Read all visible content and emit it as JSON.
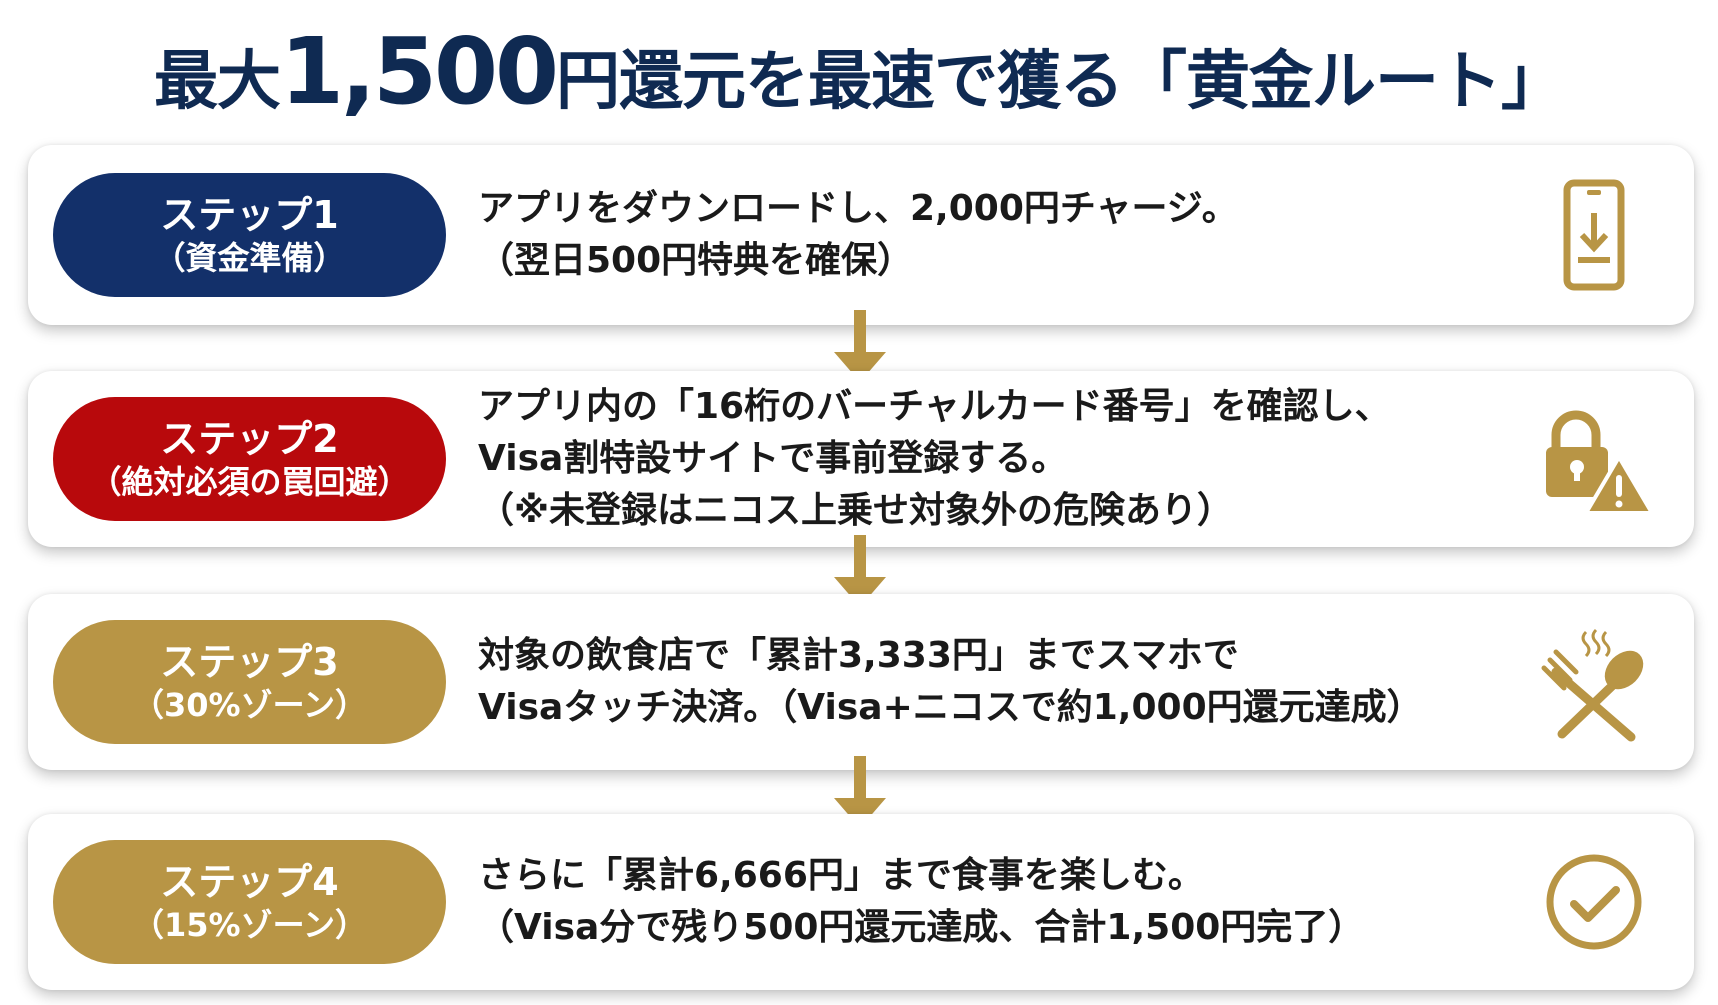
{
  "title": {
    "pre": "最大",
    "amount": "1,500",
    "post": "円還元を最速で獲る「黄金ルート」"
  },
  "colors": {
    "navy": "#13306a",
    "red": "#b8090c",
    "gold": "#b89545",
    "title": "#0f2a52"
  },
  "steps": [
    {
      "label": "ステップ1",
      "sub": "（資金準備）",
      "lines": [
        "アプリをダウンロードし、2,000円チャージ。",
        "（翌日500円特典を確保）"
      ],
      "icon": "phone-download-icon"
    },
    {
      "label": "ステップ2",
      "sub": "（絶対必須の罠回避）",
      "lines": [
        "アプリ内の「16桁のバーチャルカード番号」を確認し、",
        "Visa割特設サイトで事前登録する。",
        "（※未登録はニコス上乗せ対象外の危険あり）"
      ],
      "icon": "lock-warning-icon"
    },
    {
      "label": "ステップ3",
      "sub": "（30%ゾーン）",
      "lines": [
        "対象の飲食店で「累計3,333円」までスマホで",
        "Visaタッチ決済。（Visa+ニコスで約1,000円還元達成）"
      ],
      "icon": "fork-spoon-icon"
    },
    {
      "label": "ステップ4",
      "sub": "（15%ゾーン）",
      "lines": [
        "さらに「累計6,666円」まで食事を楽しむ。",
        "（Visa分で残り500円還元達成、合計1,500円完了）"
      ],
      "icon": "check-circle-icon"
    }
  ]
}
